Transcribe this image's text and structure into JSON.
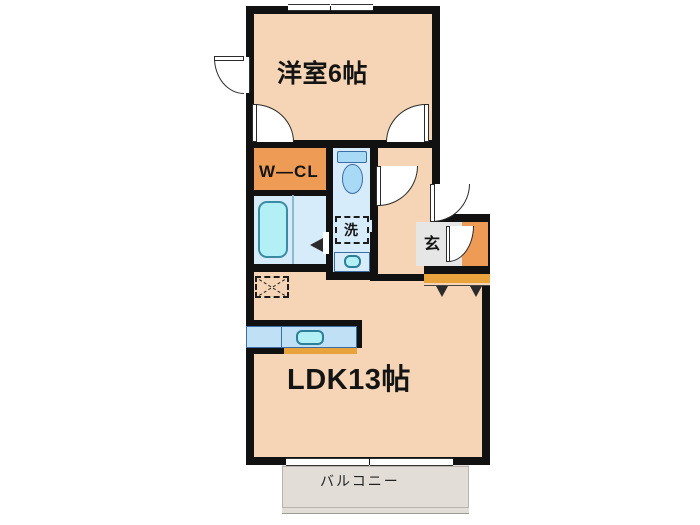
{
  "plan": {
    "type": "floor-plan",
    "layout_code": "1LDK",
    "rooms": [
      {
        "key": "bedroom",
        "label": "洋室6帖",
        "size_jo": 6,
        "kind": "western-room"
      },
      {
        "key": "ldk",
        "label": "LDK13帖",
        "size_jo": 13,
        "kind": "living-dining-kitchen"
      },
      {
        "key": "closet",
        "label": "W—CL",
        "kind": "walk-in-closet"
      },
      {
        "key": "washroom",
        "label": "洗",
        "kind": "laundry-washbasin"
      },
      {
        "key": "entrance",
        "label": "玄",
        "kind": "entrance-genkan"
      },
      {
        "key": "balcony",
        "label": "バルコニー",
        "kind": "balcony"
      }
    ],
    "fixtures": [
      {
        "key": "toilet",
        "name": "toilet-fixture"
      },
      {
        "key": "bathtub",
        "name": "bathtub-fixture"
      },
      {
        "key": "washbasin",
        "name": "washbasin-fixture"
      },
      {
        "key": "kitchen",
        "name": "kitchen-counter-sink"
      },
      {
        "key": "shoebox",
        "name": "shoe-cabinet"
      },
      {
        "key": "meterbox",
        "name": "meter-box"
      }
    ],
    "colors": {
      "wall": "#111111",
      "room_floor": "#f5d5b5",
      "closet": "#ee9c55",
      "water_area": "#d7ecfa",
      "tub": "#b3f0f5",
      "genkan": "#e6e6e6",
      "balcony": "#e2ddd6",
      "fixture_outline": "#3b6ea5",
      "counter_edge": "#e9a33c"
    }
  }
}
